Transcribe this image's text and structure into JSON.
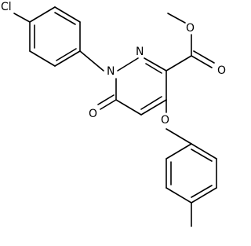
{
  "molecule": {
    "atoms": {
      "cl": "Cl",
      "n1": "N",
      "n2": "N",
      "o_ketone": "O",
      "o_ether": "O",
      "o_ester_carbonyl": "O",
      "o_ester_methoxy": "O"
    }
  }
}
